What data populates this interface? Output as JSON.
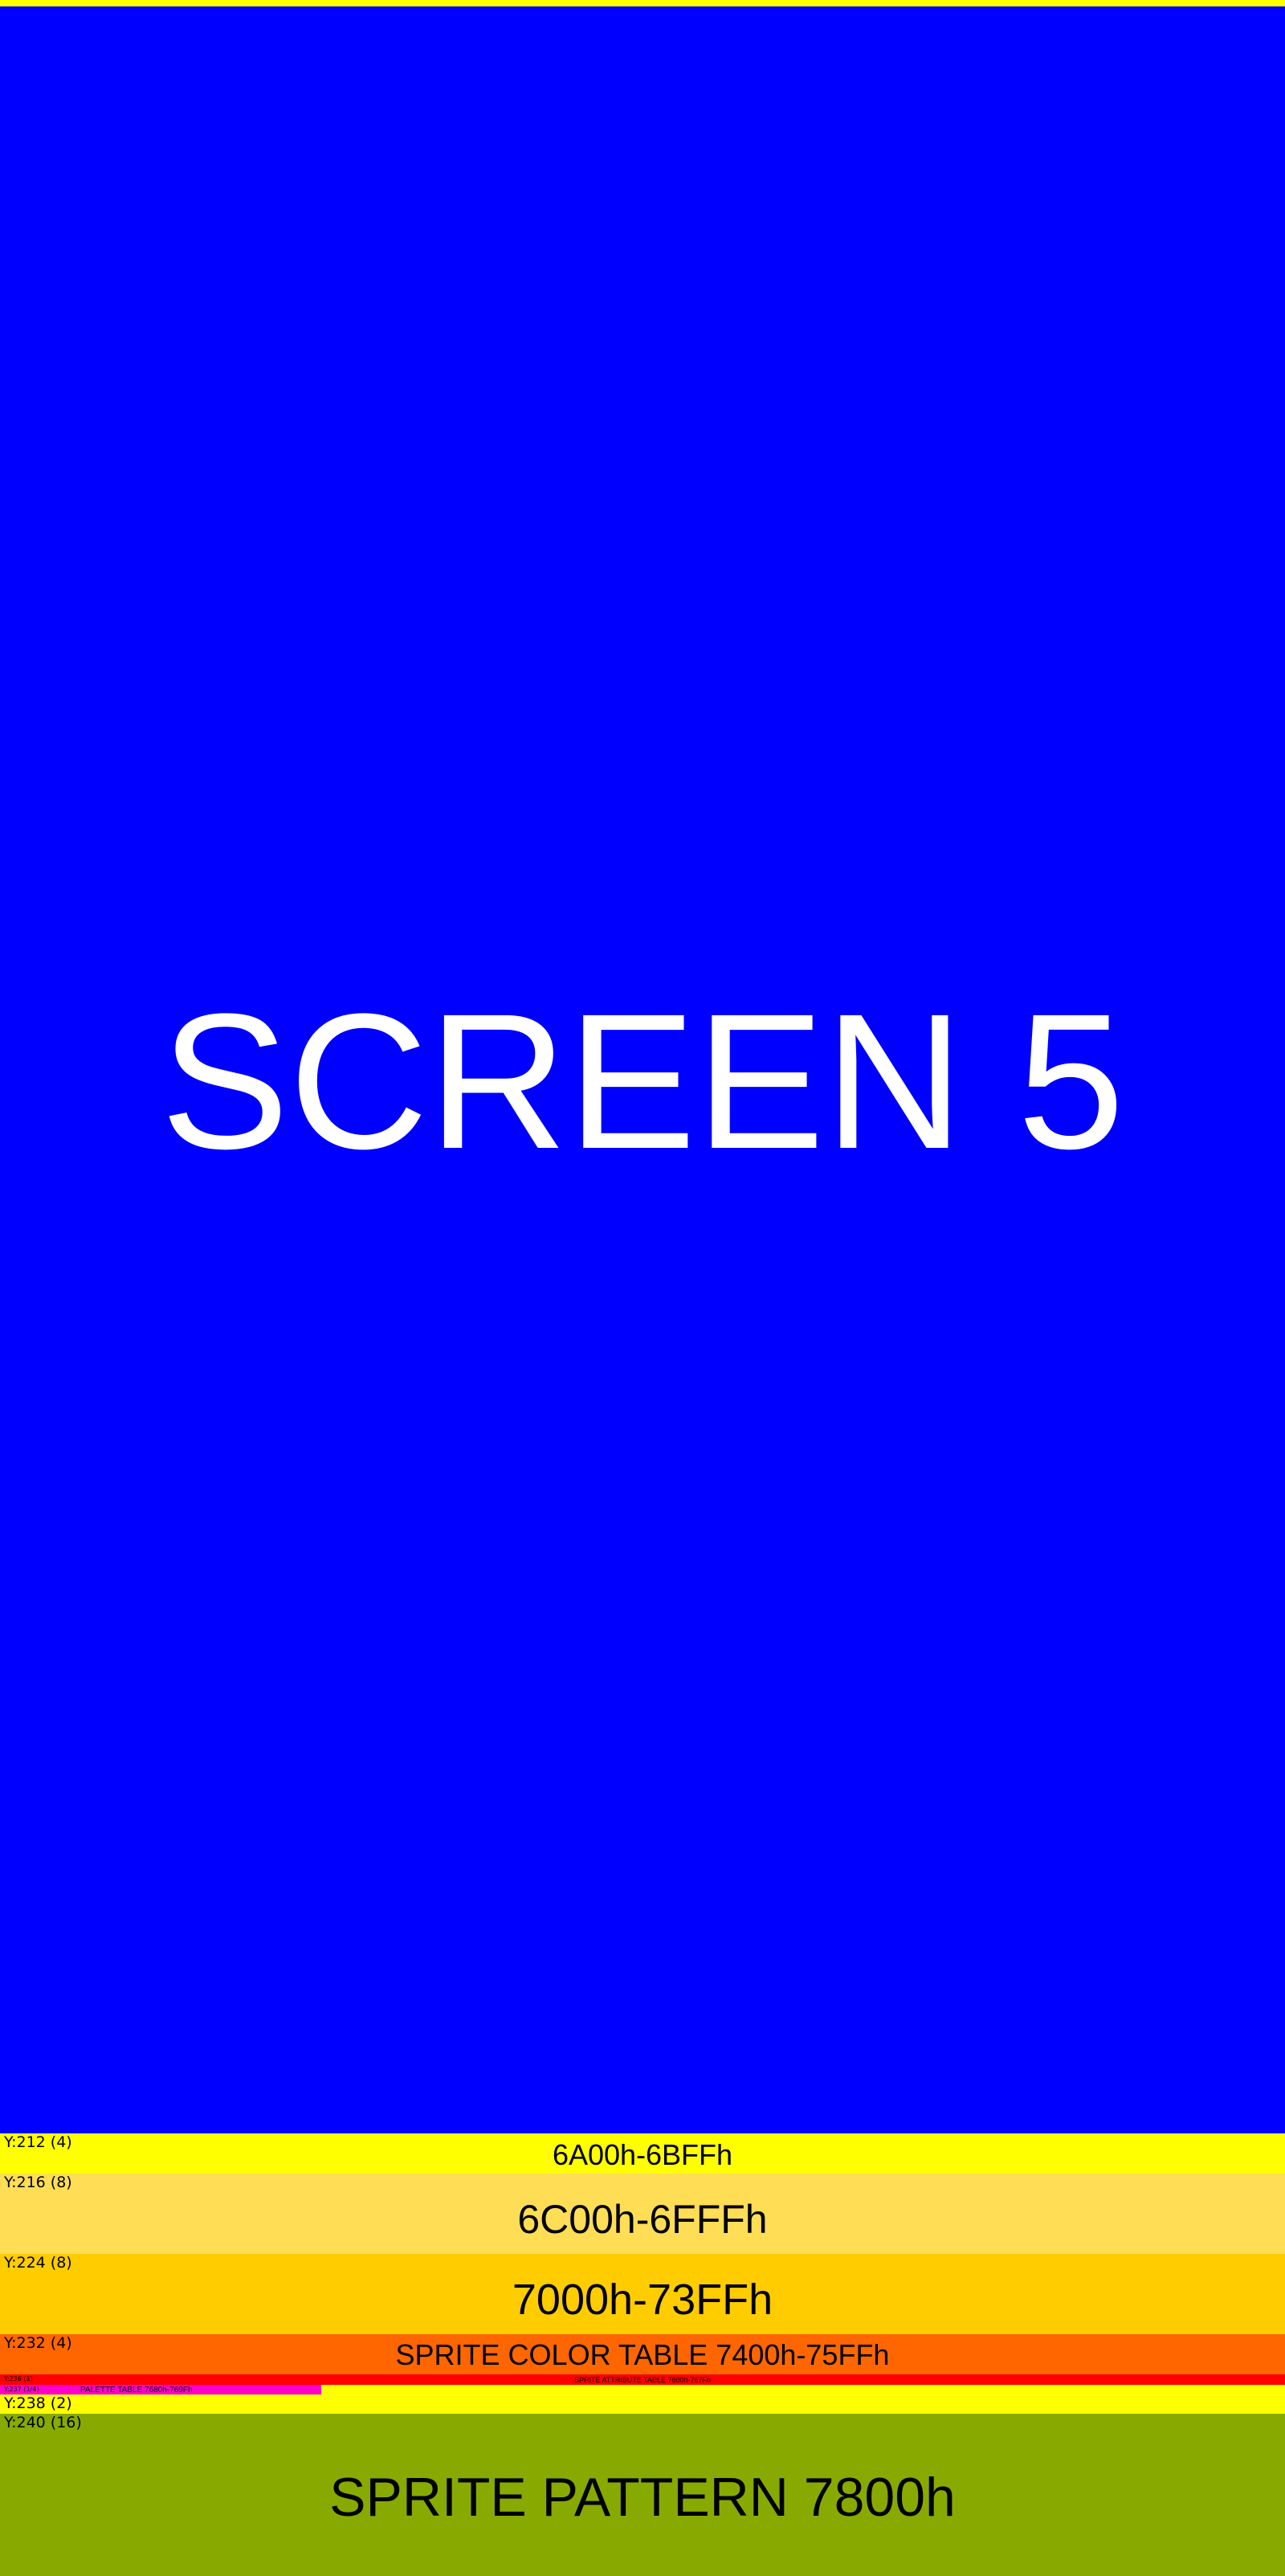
{
  "screen": {
    "title": "SCREEN 5",
    "color": "#0000ff"
  },
  "rows": [
    {
      "y_label": "Y:212 (4)",
      "text": "6A00h-6BFFh",
      "color": "#ffff00"
    },
    {
      "y_label": "Y:216 (8)",
      "text": "6C00h-6FFFh",
      "color": "#ffdd55"
    },
    {
      "y_label": "Y:224 (8)",
      "text": "7000h-73FFh",
      "color": "#ffcc00"
    },
    {
      "y_label": "Y:232 (4)",
      "text": "SPRITE COLOR TABLE 7400h-75FFh",
      "color": "#ff6600"
    },
    {
      "y_label": "Y:236 (1)",
      "text": "SPRITE ATTRIBUTE TABLE 7600h-767Fh",
      "color": "#ff0000"
    },
    {
      "y_label": "Y:237 (1/4)",
      "text": "PALETTE TABLE 7680h-769Fh",
      "color": "#ff00cc"
    },
    {
      "y_label": "Y:238 (2)",
      "text": "",
      "color": "#ffff00"
    },
    {
      "y_label": "Y:240 (16)",
      "text": "SPRITE PATTERN 7800h",
      "color": "#88aa00"
    }
  ]
}
